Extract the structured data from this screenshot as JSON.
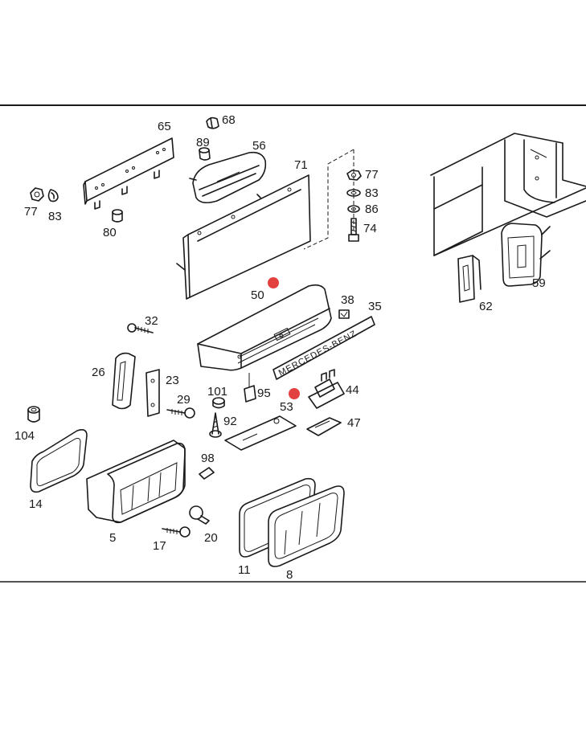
{
  "labels": {
    "p65": "65",
    "p68": "68",
    "p89": "89",
    "p56": "56",
    "p77a": "77",
    "p83a": "83",
    "p80": "80",
    "p71": "71",
    "p77b": "77",
    "p83b": "83",
    "p86": "86",
    "p74": "74",
    "p50": "50",
    "p38": "38",
    "p35": "35",
    "p32": "32",
    "p26": "26",
    "p23": "23",
    "p29": "29",
    "p101": "101",
    "p95": "95",
    "p53": "53",
    "p44": "44",
    "p92": "92",
    "p47": "47",
    "p104": "104",
    "p14": "14",
    "p98": "98",
    "p5": "5",
    "p20": "20",
    "p17": "17",
    "p11": "11",
    "p8": "8",
    "p59": "59",
    "p62": "62"
  },
  "emblem_text": "MERCEDES-BENZ",
  "colors": {
    "hotspot": "#e2413f",
    "line": "#1a1a1a",
    "background": "#ffffff"
  }
}
